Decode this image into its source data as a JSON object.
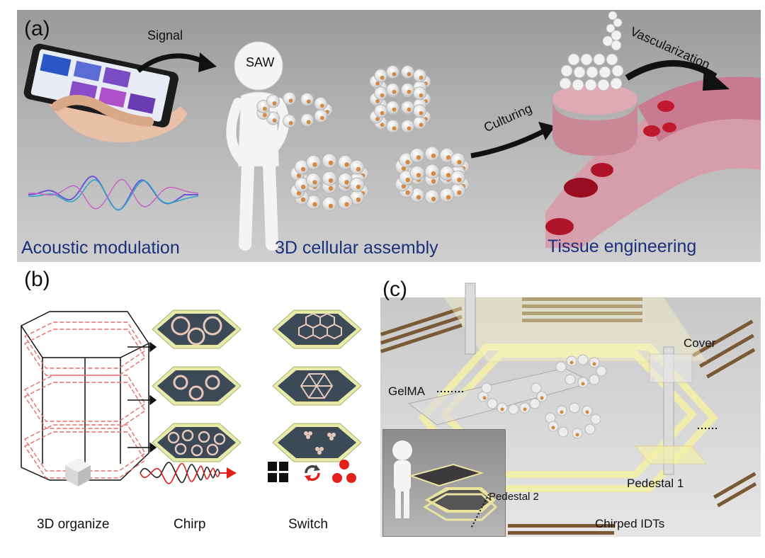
{
  "panel_a": {
    "label": "(a)",
    "signal": "Signal",
    "saw": "SAW",
    "culturing": "Culturing",
    "vascularization": "Vascularization",
    "captions": {
      "acoustic": "Acoustic modulation",
      "assembly": "3D cellular assembly",
      "tissue": "Tissue engineering"
    },
    "caption_color": "#1b2f7a"
  },
  "panel_b": {
    "label": "(b)",
    "organize": "3D organize",
    "chirp": "Chirp",
    "switch": "Switch",
    "accent": "#e3201b",
    "icons": [
      "cube-icon",
      "chirp-wave-icon",
      "square-grid-icon",
      "refresh-icon",
      "three-dots-icon"
    ]
  },
  "panel_c": {
    "label": "(c)",
    "cover": "Cover",
    "gelma": "GelMA",
    "pedestal1": "Pedestal 1",
    "pedestal2": "Pedestal 2",
    "idts": "Chirped IDTs",
    "frame_color": "#f3f0a8"
  }
}
